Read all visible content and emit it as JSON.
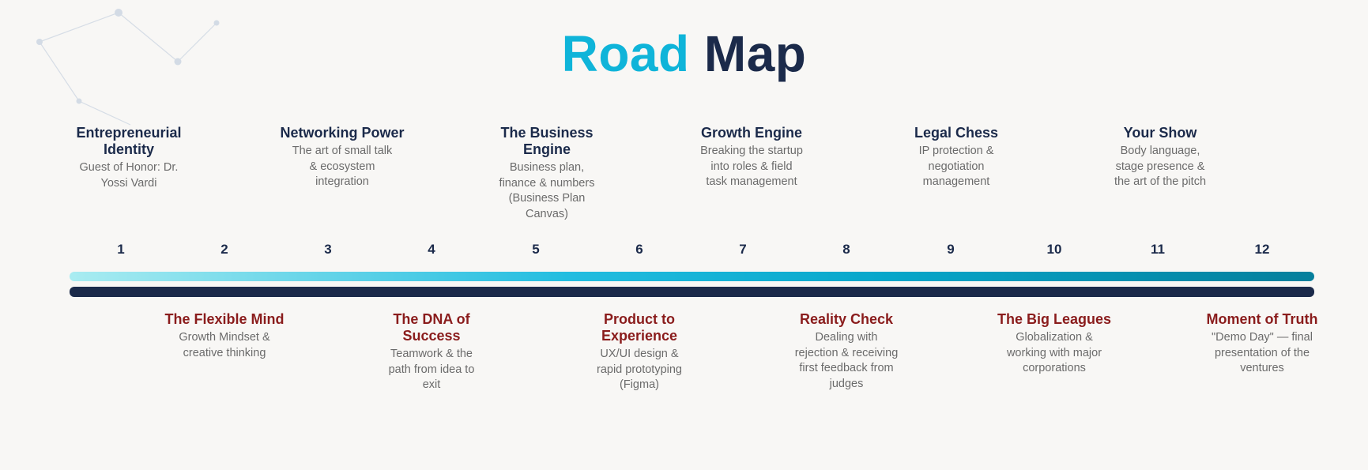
{
  "title": {
    "word1": "Road",
    "word2": "Map"
  },
  "colors": {
    "accent": "#0fb4d9",
    "navy": "#1b2a4a",
    "maroon": "#8a1c1c"
  },
  "steps": [
    {
      "n": "1",
      "title": "Entrepreneurial Identity",
      "desc": "Guest of Honor: Dr. Yossi Vardi"
    },
    {
      "n": "2",
      "title": "The Flexible Mind",
      "desc": "Growth Mindset & creative thinking"
    },
    {
      "n": "3",
      "title": "Networking Power",
      "desc": "The art of small talk & ecosystem integration"
    },
    {
      "n": "4",
      "title": "The DNA of Success",
      "desc": "Teamwork & the path from idea to exit"
    },
    {
      "n": "5",
      "title": "The Business Engine",
      "desc": "Business plan, finance & numbers (Business Plan Canvas)"
    },
    {
      "n": "6",
      "title": "Product to Experience",
      "desc": "UX/UI design & rapid prototyping (Figma)"
    },
    {
      "n": "7",
      "title": "Growth Engine",
      "desc": "Breaking the startup into roles & field task management"
    },
    {
      "n": "8",
      "title": "Reality Check",
      "desc": "Dealing with rejection & receiving first feedback from judges"
    },
    {
      "n": "9",
      "title": "Legal Chess",
      "desc": "IP protection & negotiation management"
    },
    {
      "n": "10",
      "title": "The Big Leagues",
      "desc": "Globalization & working with major corporations"
    },
    {
      "n": "11",
      "title": "Your Show",
      "desc": "Body language, stage presence & the art of the pitch"
    },
    {
      "n": "12",
      "title": "Moment of Truth",
      "desc": "\"Demo Day\" — final presentation of the ventures"
    }
  ]
}
